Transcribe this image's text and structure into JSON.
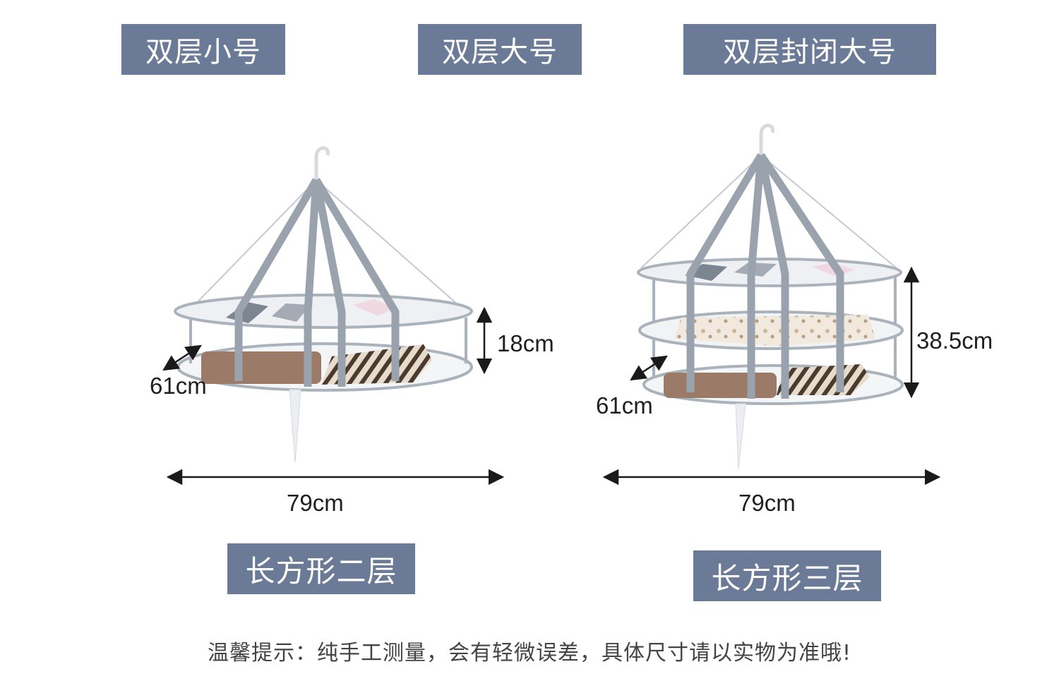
{
  "labels": {
    "small_double": "双层小号",
    "large_double": "双层大号",
    "large_double_closed": "双层封闭大号",
    "rect_two_layer": "长方形二层",
    "rect_three_layer": "长方形三层"
  },
  "left_rack": {
    "height": "18cm",
    "depth": "61cm",
    "width": "79cm"
  },
  "right_rack": {
    "height": "38.5cm",
    "depth": "61cm",
    "width": "79cm"
  },
  "note": "温馨提示：纯手工测量，会有轻微误差，具体尺寸请以实物为准哦!",
  "colors": {
    "tag_bg": "#6b7a96",
    "tag_text": "#ffffff",
    "strap": "#9aa3ad",
    "mesh": "#eef0f3"
  }
}
